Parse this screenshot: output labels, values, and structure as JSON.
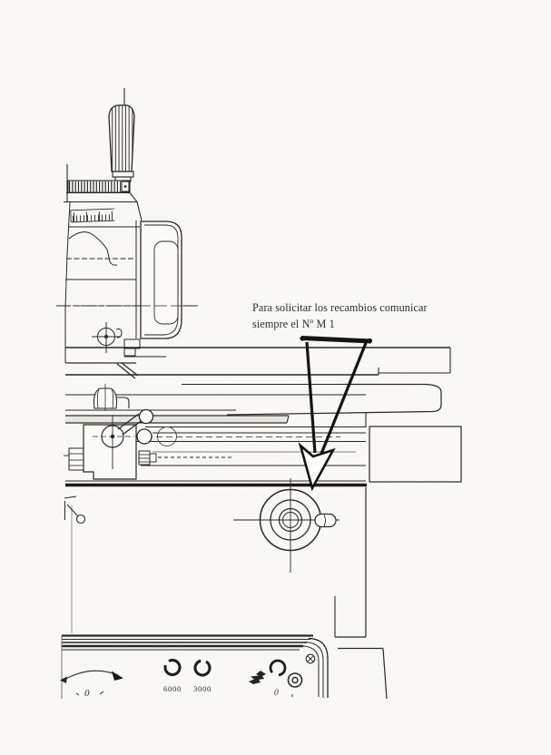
{
  "page": {
    "type": "scanned manual page - surface grinder side view technical drawing",
    "paper_color": "#fbfaf7",
    "ink_color": "#2b2822",
    "arrow_color": "#161412"
  },
  "annotation": {
    "line1": "Para solicitar los recambios comunicar",
    "line2": "siempre el Nº M 1"
  },
  "panel": {
    "zero_left": "0",
    "speed1": "6000",
    "speed2": "3000",
    "zero_right": "0"
  },
  "icons": {
    "rotation_arrow_icon": "double-headed curved arrow",
    "speed_button_icon": "ring button",
    "grease_icon": "splash / lubrication symbol",
    "selector_icon": "circled dot",
    "screw_icon": "cross-slotted screw head"
  }
}
